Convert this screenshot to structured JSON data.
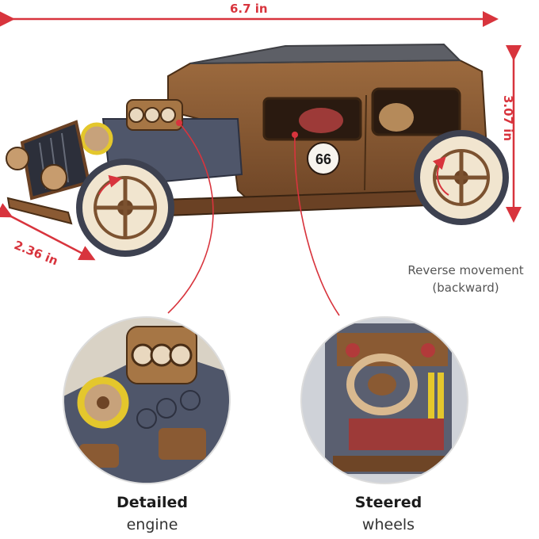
{
  "dimensions": {
    "width": "6.7 in",
    "height": "3.07 in",
    "depth": "2.36 in"
  },
  "car": {
    "badge_number": "66"
  },
  "note": {
    "line1": "Reverse movement",
    "line2": "(backward)"
  },
  "features": [
    {
      "title": "Detailed",
      "subtitle": "engine"
    },
    {
      "title": "Steered",
      "subtitle": "wheels"
    }
  ],
  "colors": {
    "dimension_red": "#d8343d",
    "wood": "#8a5a33",
    "dark_wood": "#5a3a1f",
    "slate": "#4a5060"
  }
}
